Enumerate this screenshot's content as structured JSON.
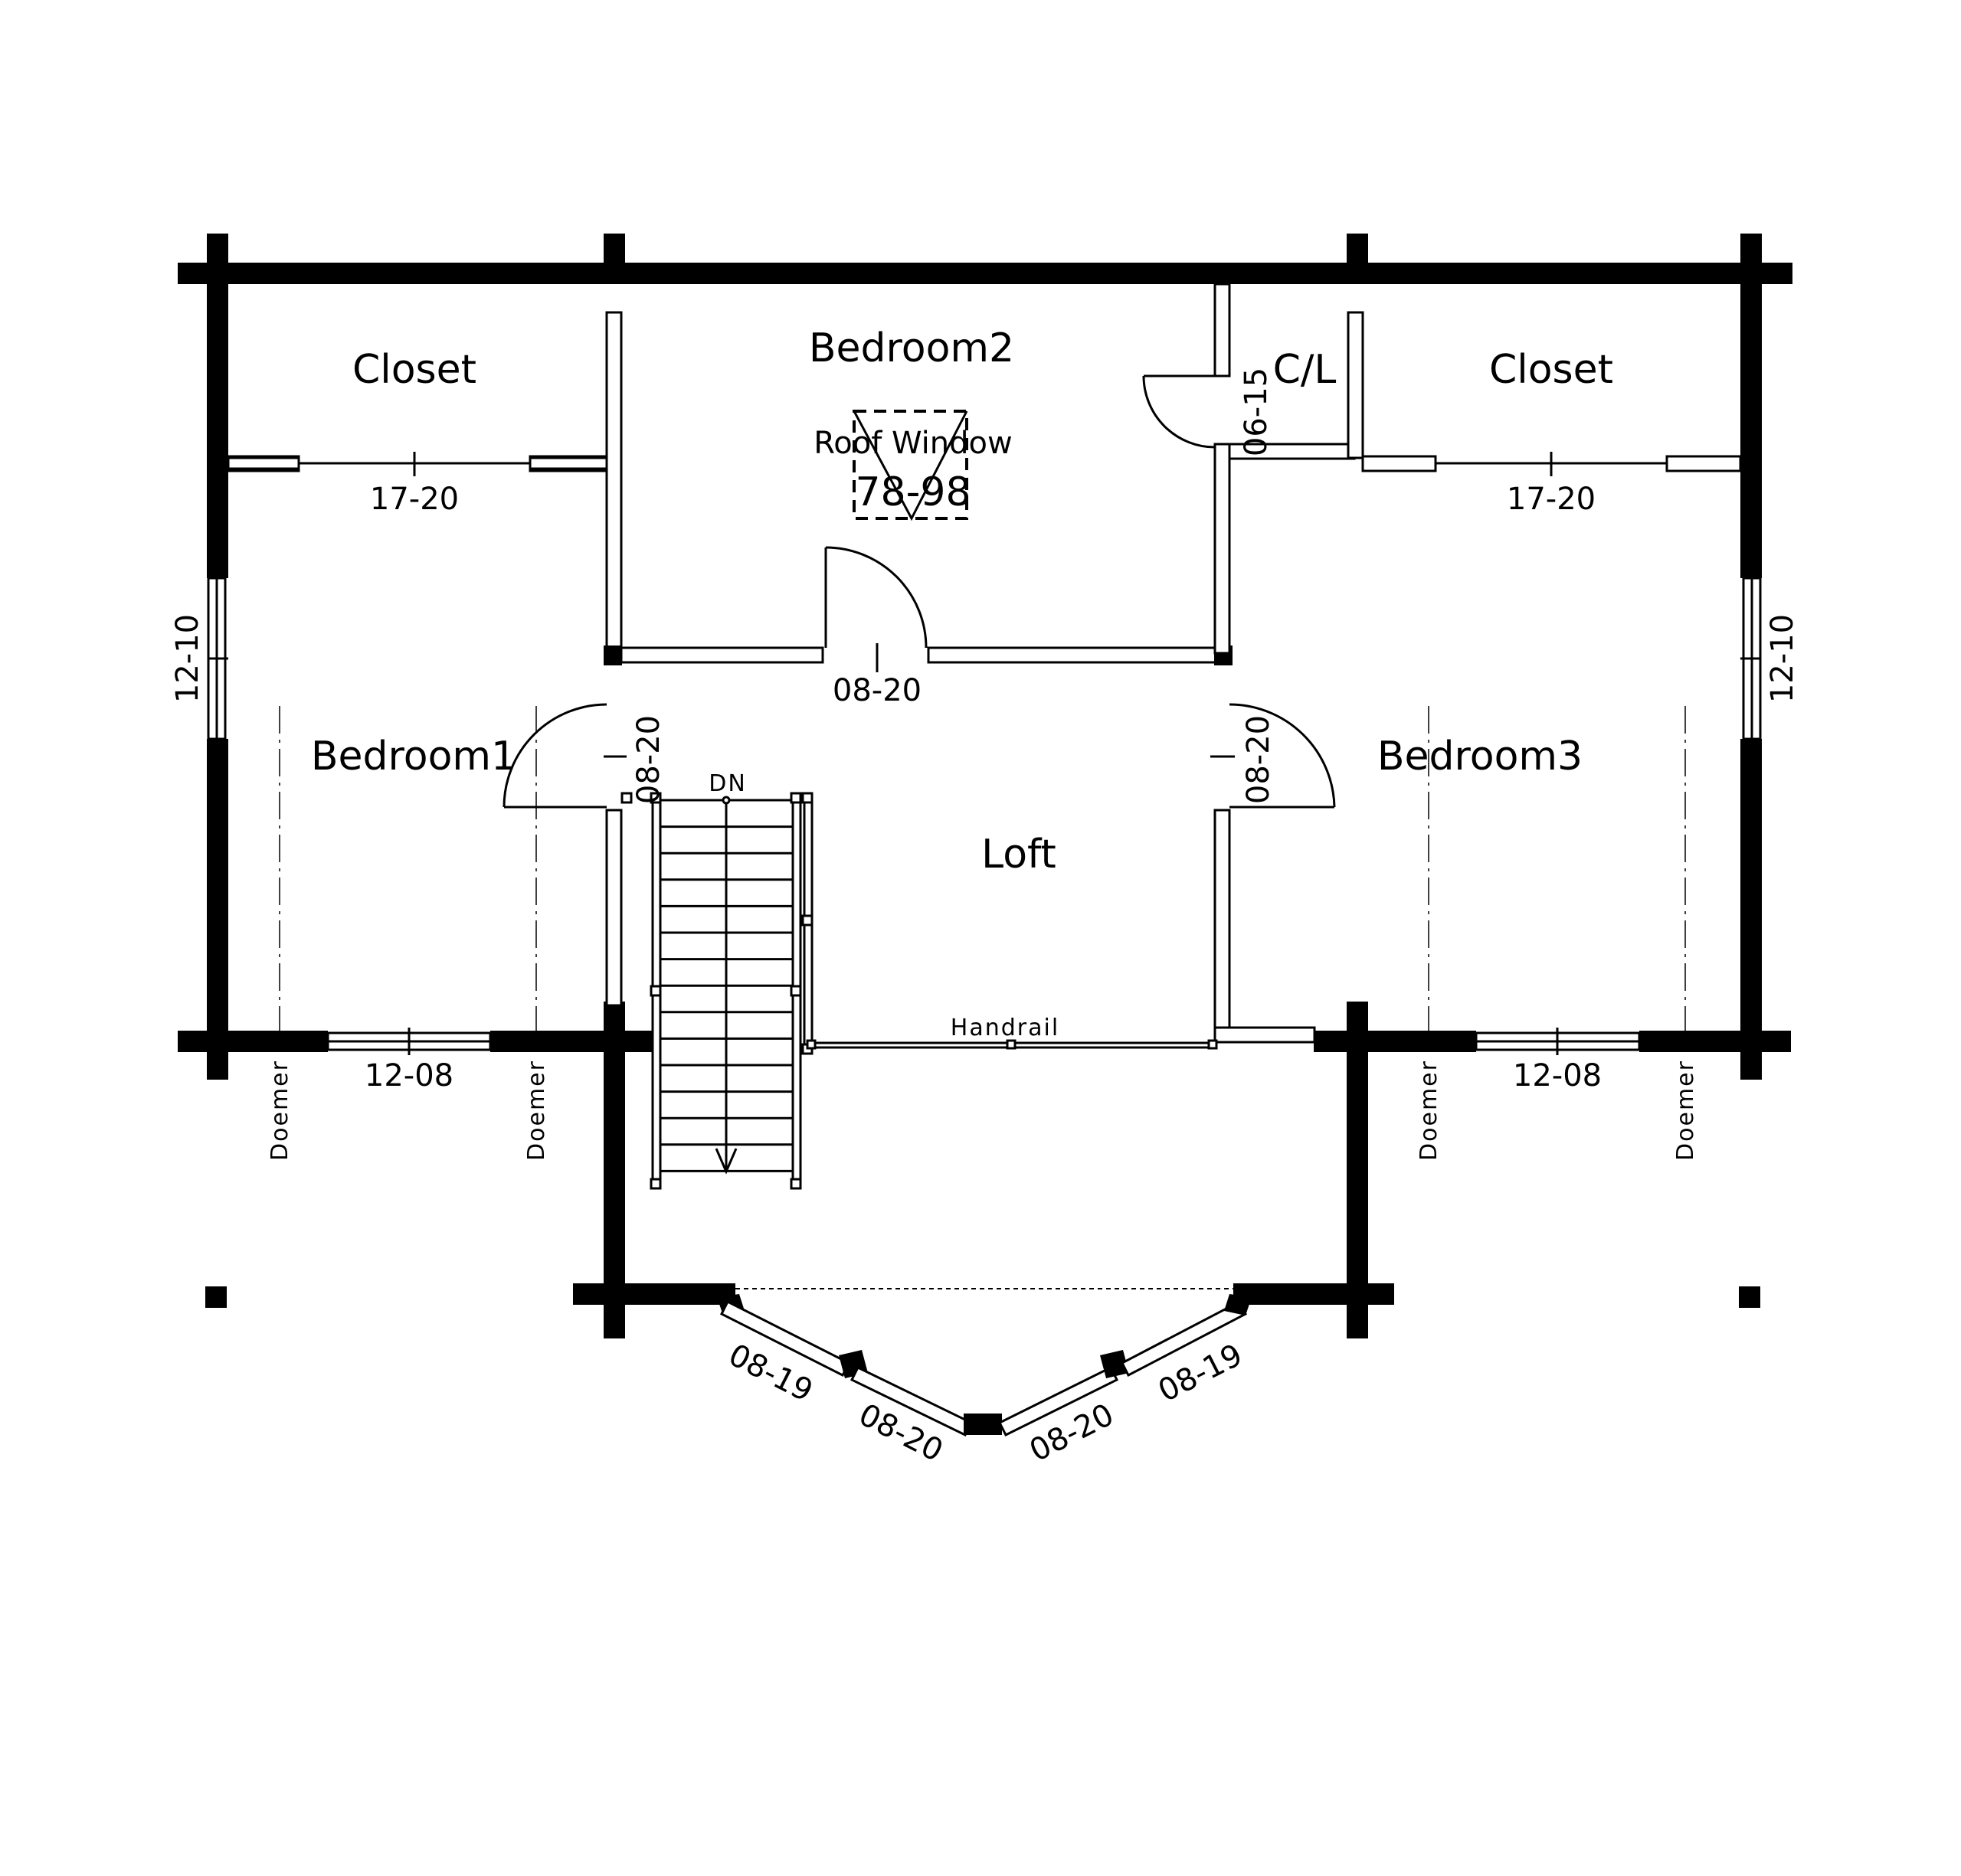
{
  "rooms": {
    "closet_left": "Closet",
    "bedroom2": "Bedroom2",
    "cl": "C/L",
    "closet_right": "Closet",
    "bedroom1": "Bedroom1",
    "loft": "Loft",
    "bedroom3": "Bedroom3"
  },
  "labels": {
    "roof_window": "Roof Window",
    "roof_window_size": "78-98",
    "dn": "DN",
    "handrail": "Handrail",
    "dormer": "Doemer"
  },
  "dimensions": {
    "closet_left_door": "17-20",
    "closet_right_door": "17-20",
    "left_window": "12-10",
    "right_window": "12-10",
    "bedroom2_door": "08-20",
    "bedroom1_door": "08-20",
    "bedroom3_door": "08-20",
    "cl_door": "06-15",
    "bedroom1_window": "12-08",
    "bedroom3_window": "12-08",
    "bay_left_outer": "08-19",
    "bay_left_inner": "08-20",
    "bay_right_inner": "08-20",
    "bay_right_outer": "08-19"
  }
}
